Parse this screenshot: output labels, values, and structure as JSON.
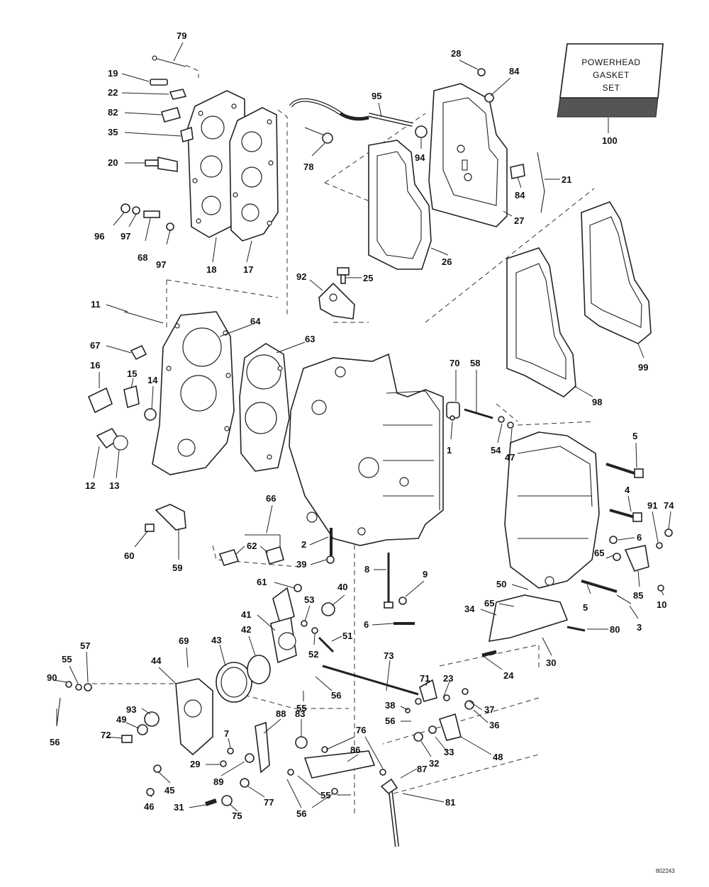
{
  "kit_box": {
    "lines": [
      "POWERHEAD",
      "GASKET",
      "SET"
    ],
    "part_number": "100"
  },
  "drawing_code": "802243",
  "callouts": [
    {
      "id": "c79",
      "text": "79"
    },
    {
      "id": "c19",
      "text": "19"
    },
    {
      "id": "c22",
      "text": "22"
    },
    {
      "id": "c82",
      "text": "82"
    },
    {
      "id": "c35",
      "text": "35"
    },
    {
      "id": "c20",
      "text": "20"
    },
    {
      "id": "c96",
      "text": "96"
    },
    {
      "id": "c97a",
      "text": "97"
    },
    {
      "id": "c68",
      "text": "68"
    },
    {
      "id": "c97b",
      "text": "97"
    },
    {
      "id": "c18",
      "text": "18"
    },
    {
      "id": "c17",
      "text": "17"
    },
    {
      "id": "c95",
      "text": "95"
    },
    {
      "id": "c78",
      "text": "78"
    },
    {
      "id": "c94",
      "text": "94"
    },
    {
      "id": "c28",
      "text": "28"
    },
    {
      "id": "c84a",
      "text": "84"
    },
    {
      "id": "c84b",
      "text": "84"
    },
    {
      "id": "c21",
      "text": "21"
    },
    {
      "id": "c27",
      "text": "27"
    },
    {
      "id": "c26",
      "text": "26"
    },
    {
      "id": "c92",
      "text": "92"
    },
    {
      "id": "c25",
      "text": "25"
    },
    {
      "id": "c11",
      "text": "11"
    },
    {
      "id": "c64",
      "text": "64"
    },
    {
      "id": "c63",
      "text": "63"
    },
    {
      "id": "c67",
      "text": "67"
    },
    {
      "id": "c16",
      "text": "16"
    },
    {
      "id": "c15",
      "text": "15"
    },
    {
      "id": "c14",
      "text": "14"
    },
    {
      "id": "c12",
      "text": "12"
    },
    {
      "id": "c13",
      "text": "13"
    },
    {
      "id": "c99",
      "text": "99"
    },
    {
      "id": "c98",
      "text": "98"
    },
    {
      "id": "c70",
      "text": "70"
    },
    {
      "id": "c58",
      "text": "58"
    },
    {
      "id": "c1",
      "text": "1"
    },
    {
      "id": "c54",
      "text": "54"
    },
    {
      "id": "c47",
      "text": "47"
    },
    {
      "id": "c5a",
      "text": "5"
    },
    {
      "id": "c4",
      "text": "4"
    },
    {
      "id": "c91",
      "text": "91"
    },
    {
      "id": "c74",
      "text": "74"
    },
    {
      "id": "c6a",
      "text": "6"
    },
    {
      "id": "c65a",
      "text": "65"
    },
    {
      "id": "c85",
      "text": "85"
    },
    {
      "id": "c10",
      "text": "10"
    },
    {
      "id": "c60",
      "text": "60"
    },
    {
      "id": "c59",
      "text": "59"
    },
    {
      "id": "c66",
      "text": "66"
    },
    {
      "id": "c62",
      "text": "62"
    },
    {
      "id": "c2",
      "text": "2"
    },
    {
      "id": "c39",
      "text": "39"
    },
    {
      "id": "c8",
      "text": "8"
    },
    {
      "id": "c9",
      "text": "9"
    },
    {
      "id": "c61",
      "text": "61"
    },
    {
      "id": "c40",
      "text": "40"
    },
    {
      "id": "c53",
      "text": "53"
    },
    {
      "id": "c41",
      "text": "41"
    },
    {
      "id": "c42",
      "text": "42"
    },
    {
      "id": "c51",
      "text": "51"
    },
    {
      "id": "c52",
      "text": "52"
    },
    {
      "id": "c6b",
      "text": "6"
    },
    {
      "id": "c50",
      "text": "50"
    },
    {
      "id": "c65b",
      "text": "65"
    },
    {
      "id": "c34",
      "text": "34"
    },
    {
      "id": "c5b",
      "text": "5"
    },
    {
      "id": "c3",
      "text": "3"
    },
    {
      "id": "c80",
      "text": "80"
    },
    {
      "id": "c30",
      "text": "30"
    },
    {
      "id": "c24",
      "text": "24"
    },
    {
      "id": "c69",
      "text": "69"
    },
    {
      "id": "c43",
      "text": "43"
    },
    {
      "id": "c44",
      "text": "44"
    },
    {
      "id": "c57",
      "text": "57"
    },
    {
      "id": "c55a",
      "text": "55"
    },
    {
      "id": "c90",
      "text": "90"
    },
    {
      "id": "c56a",
      "text": "56"
    },
    {
      "id": "c93",
      "text": "93"
    },
    {
      "id": "c49",
      "text": "49"
    },
    {
      "id": "c72",
      "text": "72"
    },
    {
      "id": "c73",
      "text": "73"
    },
    {
      "id": "c56b",
      "text": "56"
    },
    {
      "id": "c55b",
      "text": "55"
    },
    {
      "id": "c71",
      "text": "71"
    },
    {
      "id": "c23",
      "text": "23"
    },
    {
      "id": "c38",
      "text": "38"
    },
    {
      "id": "c37",
      "text": "37"
    },
    {
      "id": "c56c",
      "text": "56"
    },
    {
      "id": "c36",
      "text": "36"
    },
    {
      "id": "c88",
      "text": "88"
    },
    {
      "id": "c83",
      "text": "83"
    },
    {
      "id": "c76",
      "text": "76"
    },
    {
      "id": "c7",
      "text": "7"
    },
    {
      "id": "c29",
      "text": "29"
    },
    {
      "id": "c89",
      "text": "89"
    },
    {
      "id": "c86",
      "text": "86"
    },
    {
      "id": "c33",
      "text": "33"
    },
    {
      "id": "c48",
      "text": "48"
    },
    {
      "id": "c32",
      "text": "32"
    },
    {
      "id": "c87",
      "text": "87"
    },
    {
      "id": "c45",
      "text": "45"
    },
    {
      "id": "c46",
      "text": "46"
    },
    {
      "id": "c31",
      "text": "31"
    },
    {
      "id": "c77",
      "text": "77"
    },
    {
      "id": "c75",
      "text": "75"
    },
    {
      "id": "c55c",
      "text": "55"
    },
    {
      "id": "c56d",
      "text": "56"
    },
    {
      "id": "c81",
      "text": "81"
    }
  ]
}
